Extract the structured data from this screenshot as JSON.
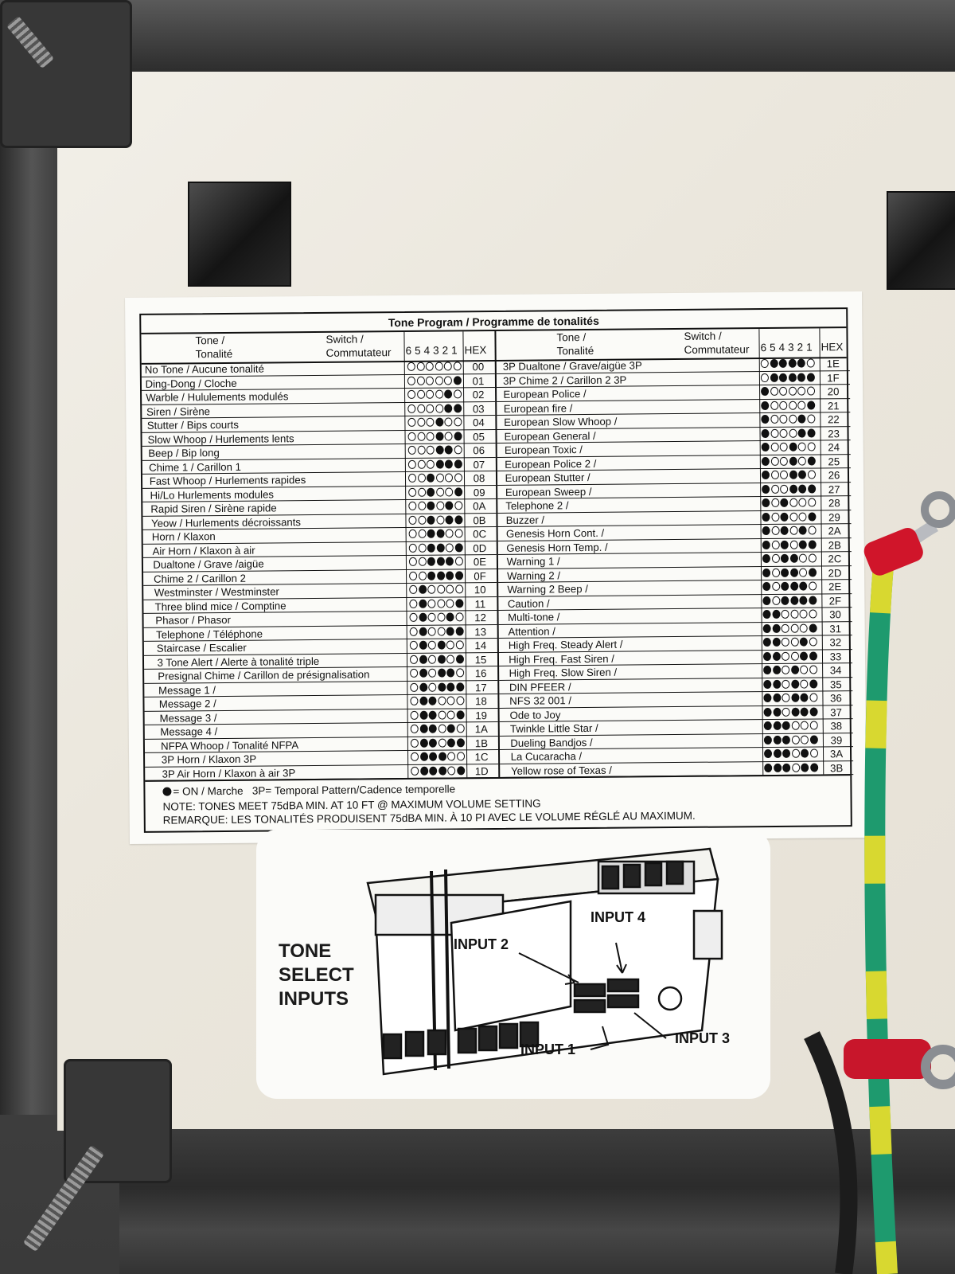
{
  "label": {
    "title": "Tone Program / Programme de tonalités",
    "header": {
      "tone_line1": "Tone /",
      "tone_line2": "Tonalité",
      "switch_line1": "Switch /",
      "switch_line2": "Commutateur",
      "bits": [
        "6",
        "5",
        "4",
        "3",
        "2",
        "1"
      ],
      "hex": "HEX"
    },
    "left_rows": [
      {
        "name": "No Tone / Aucune tonalité",
        "hex": "00"
      },
      {
        "name": "Ding-Dong / Cloche",
        "hex": "01"
      },
      {
        "name": "Warble / Hululements modulés",
        "hex": "02"
      },
      {
        "name": "Siren / Sirène",
        "hex": "03"
      },
      {
        "name": "Stutter / Bips courts",
        "hex": "04"
      },
      {
        "name": "Slow Whoop / Hurlements lents",
        "hex": "05"
      },
      {
        "name": "Beep / Bip long",
        "hex": "06"
      },
      {
        "name": "Chime 1 / Carillon 1",
        "hex": "07"
      },
      {
        "name": "Fast Whoop / Hurlements rapides",
        "hex": "08"
      },
      {
        "name": "Hi/Lo Hurlements modules",
        "hex": "09"
      },
      {
        "name": "Rapid Siren / Sirène rapide",
        "hex": "0A"
      },
      {
        "name": "Yeow / Hurlements décroissants",
        "hex": "0B"
      },
      {
        "name": "Horn / Klaxon",
        "hex": "0C"
      },
      {
        "name": "Air Horn / Klaxon à air",
        "hex": "0D"
      },
      {
        "name": "Dualtone / Grave /aigüe",
        "hex": "0E"
      },
      {
        "name": "Chime 2 / Carillon 2",
        "hex": "0F"
      },
      {
        "name": "Westminster / Westminster",
        "hex": "10"
      },
      {
        "name": "Three blind mice / Comptine",
        "hex": "11"
      },
      {
        "name": "Phasor / Phasor",
        "hex": "12"
      },
      {
        "name": "Telephone / Téléphone",
        "hex": "13"
      },
      {
        "name": "Staircase / Escalier",
        "hex": "14"
      },
      {
        "name": "3 Tone Alert / Alerte à tonalité triple",
        "hex": "15"
      },
      {
        "name": "Presignal Chime / Carillon de présignalisation",
        "hex": "16"
      },
      {
        "name": "Message 1 /",
        "hex": "17"
      },
      {
        "name": "Message 2 /",
        "hex": "18"
      },
      {
        "name": "Message 3 /",
        "hex": "19"
      },
      {
        "name": "Message 4 /",
        "hex": "1A"
      },
      {
        "name": "NFPA Whoop / Tonalité NFPA",
        "hex": "1B"
      },
      {
        "name": "3P Horn / Klaxon 3P",
        "hex": "1C"
      },
      {
        "name": "3P Air Horn / Klaxon à air 3P",
        "hex": "1D"
      }
    ],
    "right_rows": [
      {
        "name": "3P Dualtone / Grave/aigüe 3P",
        "hex": "1E"
      },
      {
        "name": "3P Chime 2 / Carillon 2 3P",
        "hex": "1F"
      },
      {
        "name": "European Police /",
        "hex": "20"
      },
      {
        "name": "European fire /",
        "hex": "21"
      },
      {
        "name": "European Slow Whoop /",
        "hex": "22"
      },
      {
        "name": "European General /",
        "hex": "23"
      },
      {
        "name": "European Toxic /",
        "hex": "24"
      },
      {
        "name": "European Police 2 /",
        "hex": "25"
      },
      {
        "name": "European Stutter /",
        "hex": "26"
      },
      {
        "name": "European Sweep /",
        "hex": "27"
      },
      {
        "name": "Telephone 2 /",
        "hex": "28"
      },
      {
        "name": "Buzzer /",
        "hex": "29"
      },
      {
        "name": "Genesis Horn Cont. /",
        "hex": "2A"
      },
      {
        "name": "Genesis Horn Temp. /",
        "hex": "2B"
      },
      {
        "name": "Warning 1 /",
        "hex": "2C"
      },
      {
        "name": "Warning 2 /",
        "hex": "2D"
      },
      {
        "name": "Warning 2 Beep /",
        "hex": "2E"
      },
      {
        "name": "Caution /",
        "hex": "2F"
      },
      {
        "name": "Multi-tone /",
        "hex": "30"
      },
      {
        "name": "Attention /",
        "hex": "31"
      },
      {
        "name": "High Freq. Steady Alert /",
        "hex": "32"
      },
      {
        "name": "High Freq. Fast Siren /",
        "hex": "33"
      },
      {
        "name": "High Freq. Slow Siren /",
        "hex": "34"
      },
      {
        "name": "DIN PFEER /",
        "hex": "35"
      },
      {
        "name": "NFS 32 001 /",
        "hex": "36"
      },
      {
        "name": "Ode to Joy",
        "hex": "37"
      },
      {
        "name": "Twinkle Little Star /",
        "hex": "38"
      },
      {
        "name": "Dueling Bandjos /",
        "hex": "39"
      },
      {
        "name": "La Cucaracha /",
        "hex": "3A"
      },
      {
        "name": "Yellow rose of Texas /",
        "hex": "3B"
      }
    ],
    "legend_on": "= ON / Marche",
    "legend_3p": "3P= Temporal Pattern/Cadence temporelle",
    "note_en": "NOTE: TONES MEET 75dBA MIN. AT 10 FT @ MAXIMUM VOLUME SETTING",
    "note_fr": "REMARQUE: LES TONALITÉS PRODUISENT 75dBA MIN. À 10 PI AVEC LE  VOLUME RÉGLÉ AU MAXIMUM."
  },
  "tone_select": {
    "title_line1": "TONE",
    "title_line2": "SELECT",
    "title_line3": "INPUTS",
    "input1": "INPUT 1",
    "input2": "INPUT 2",
    "input3": "INPUT 3",
    "input4": "INPUT 4"
  },
  "colors": {
    "panel": "#ece8de",
    "enclosure": "#3f3f3f",
    "wire_green": "#1e9a6e",
    "wire_yellow": "#d8d830",
    "crimp_red": "#d0152a"
  }
}
